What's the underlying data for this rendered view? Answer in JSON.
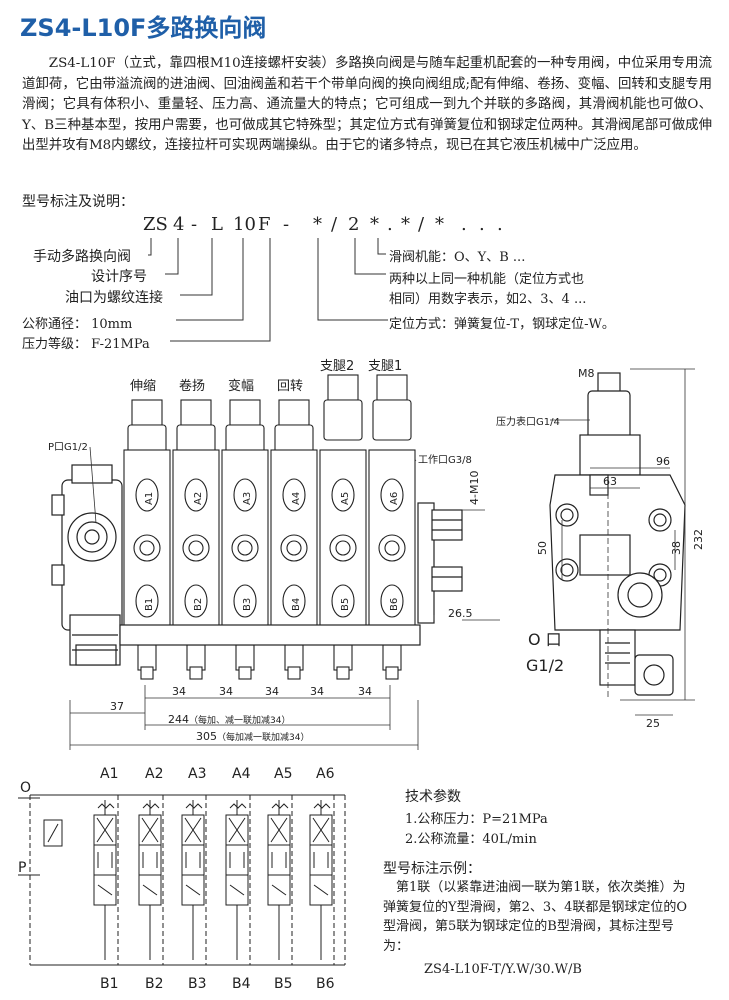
{
  "title": "ZS4-L10F多路换向阀",
  "intro": "ZS4-L10F（立式，靠四根M10连接螺杆安装）多路换向阀是与随车起重机配套的一种专用阀，中位采用专用流道卸荷，它由带溢流阀的进油阀、回油阀盖和若干个带单向阀的换向阀组成;配有伸缩、卷扬、变幅、回转和支腿专用滑阀；它具有体积小、重量轻、压力高、通流量大的特点；它可组成一到九个并联的多路阀，其滑阀机能也可做O、Y、B三种基本型，按用户需要，也可做成其它特殊型；其定位方式有弹簧复位和钢球定位两种。其滑阀尾部可做成伸出型并攻有M8内螺纹，连接拉杆可实现两端操纵。由于它的诸多特点，现已在其它液压机械中广泛应用。",
  "model": {
    "heading": "型号标注及说明：",
    "code": [
      "ZS",
      "4",
      "-",
      "L",
      "10",
      "F",
      "-",
      "*",
      "/",
      "2",
      "*",
      ".",
      "*",
      "/",
      "*",
      ".",
      ".",
      "."
    ],
    "left_notes": [
      "手动多路换向阀",
      "设计序号",
      "油口为螺纹连接",
      "公称通径：  10mm",
      "压力等级：  F-21MPa"
    ],
    "right_notes": [
      "滑阀机能：O、Y、B ...",
      "两种以上同一种机能（定位方式也",
      "相同）用数字表示，如2、3、4 ...",
      "定位方式：弹簧复位-T，钢球定位-W。"
    ]
  },
  "front_view": {
    "function_labels": [
      "伸缩",
      "卷扬",
      "变幅",
      "回转",
      "支腿2",
      "支腿1"
    ],
    "ports_a": [
      "A1",
      "A2",
      "A3",
      "A4",
      "A5",
      "A6"
    ],
    "ports_b": [
      "B1",
      "B2",
      "B3",
      "B4",
      "B5",
      "B6"
    ],
    "p_port": "P口G1/2",
    "work_port": "工作口G3/8",
    "thread": "4-M10",
    "dims": {
      "spacing": "34",
      "left": "37",
      "side": "26.5",
      "total_244": "244",
      "total_244_note": "（每加、减一联加减34）",
      "total_305": "305",
      "total_305_note": "（每加减一联加减34）"
    }
  },
  "side_view": {
    "m8": "M8",
    "gauge_port": "压力表口G1/4",
    "dims": [
      "96",
      "63",
      "50",
      "38",
      "232",
      "25"
    ],
    "o_port": [
      "O 口",
      "G1/2"
    ]
  },
  "schematic": {
    "top_ports": [
      "A1",
      "A2",
      "A3",
      "A4",
      "A5",
      "A6"
    ],
    "bottom_ports": [
      "B1",
      "B2",
      "B3",
      "B4",
      "B5",
      "B6"
    ],
    "o": "O",
    "p": "P"
  },
  "tech": {
    "heading": "技术参数",
    "items": [
      "1.公称压力：P=21MPa",
      "2.公称流量：40L/min"
    ]
  },
  "example": {
    "heading": "型号标注示例：",
    "text": "第1联（以紧靠进油阀一联为第1联，依次类推）为弹簧复位的Y型滑阀，第2、3、4联都是钢球定位的O型滑阀，第5联为钢球定位的B型滑阀，其标注型号为：",
    "code": "ZS4-L10F-T/Y.W/30.W/B"
  }
}
